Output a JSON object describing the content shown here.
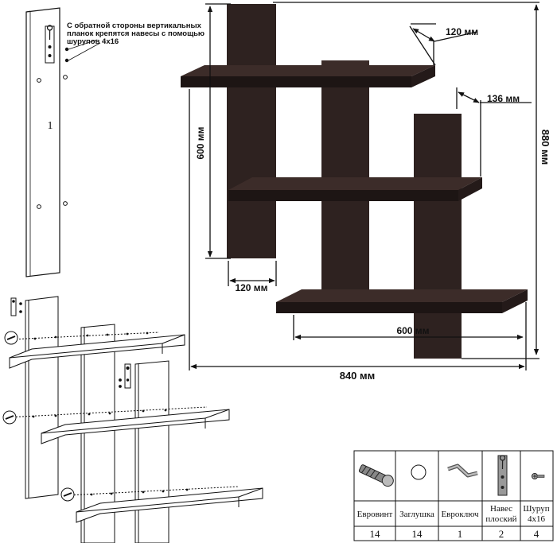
{
  "note": "С обратной стороны вертикальных планок крепятся навесы с помощью шурупов 4х16",
  "panel_number": "1",
  "dimensions": {
    "shelf_depth_top": "120 мм",
    "shelf_depth_mid": "136 мм",
    "height_left": "600 мм",
    "height_total": "880 мм",
    "panel_width": "120 мм",
    "shelf_length": "600 мм",
    "total_width": "840 мм"
  },
  "parts": [
    {
      "name": "Евровинт",
      "qty": "14",
      "icon": "eurovint-screw-icon"
    },
    {
      "name": "Заглушка",
      "qty": "14",
      "icon": "cap-plug-icon"
    },
    {
      "name": "Евроключ",
      "qty": "1",
      "icon": "hex-key-icon"
    },
    {
      "name": "Навес плоский",
      "name_line1": "Навес",
      "name_line2": "плоский",
      "qty": "2",
      "icon": "flat-hanger-icon"
    },
    {
      "name": "Шуруп 4х16",
      "name_line1": "Шуруп",
      "name_line2": "4х16",
      "qty": "4",
      "icon": "screw-icon"
    }
  ],
  "colors": {
    "wood": "#2e2220",
    "wood_top": "#3c2c29",
    "wood_edge": "#1d1514",
    "line": "#111111"
  }
}
